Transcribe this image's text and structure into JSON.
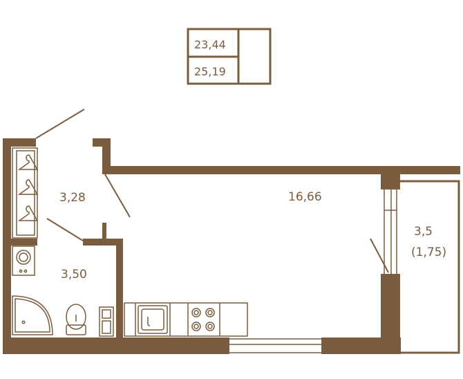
{
  "summary": {
    "total_area": "23,44",
    "area_with_balcony": "25,19"
  },
  "rooms": {
    "hallway": {
      "area": "3,28"
    },
    "bathroom": {
      "area": "3,50"
    },
    "living_room": {
      "area": "16,66"
    },
    "balcony": {
      "area": "3,5",
      "reduced_area": "(1,75)"
    }
  },
  "colors": {
    "wall": "#7a5c3e",
    "line": "#7a5c3e",
    "background": "#ffffff"
  }
}
